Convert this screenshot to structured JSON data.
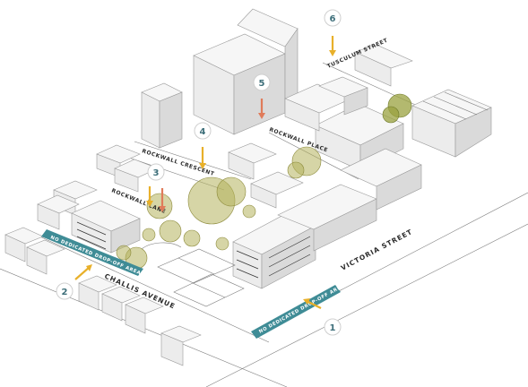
{
  "streets": {
    "challis_avenue": "CHALLIS AVENUE",
    "victoria_street": "VICTORIA STREET",
    "rockwall_crescent": "ROCKWALL CRESCENT",
    "rockwall_lane": "ROCKWALL LANE",
    "rockwall_place": "ROCKWALL PLACE",
    "tusculum_street": "TUSCULUM STREET"
  },
  "banners": {
    "challis_banner": "NO DEDICATED DROP-OFF AREA",
    "victoria_banner": "NO DEDICATED DROP-OFF AREA"
  },
  "markers": [
    "1",
    "2",
    "3",
    "4",
    "5",
    "6"
  ],
  "colors": {
    "banner": "#3f8c96",
    "marker_text": "#3e6f7a",
    "marker_ring": "#cfcfcf",
    "arrow_yellow": "#e8b02a",
    "arrow_red": "#e07b5a",
    "tree": "#b5b25c"
  },
  "icons": {
    "arrow_yellow": "viewpoint-arrow-icon",
    "arrow_red": "viewpoint-arrow-icon"
  }
}
